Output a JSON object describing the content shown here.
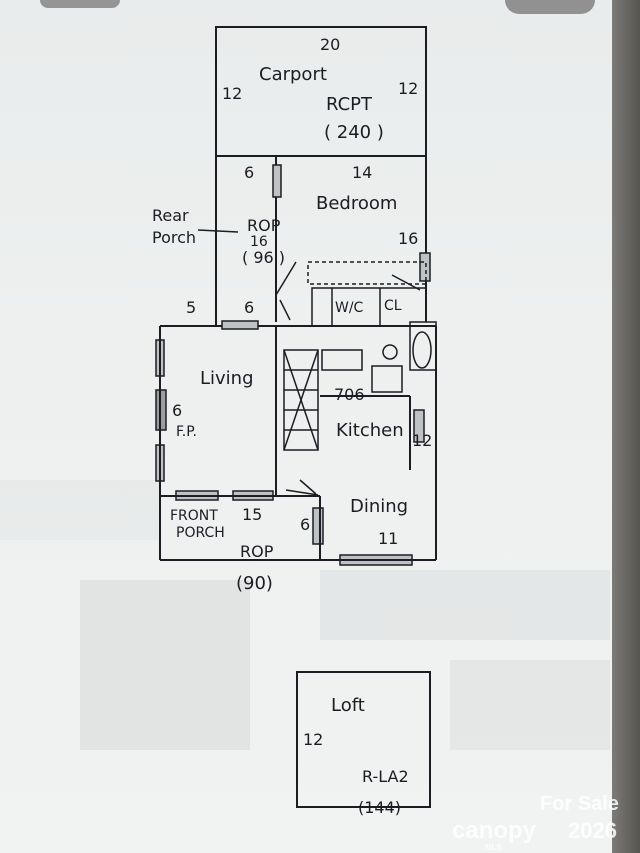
{
  "carport": {
    "width": "20",
    "left_dim": "12",
    "right_dim": "12",
    "name": "Carport",
    "code": "RCPT",
    "area": "( 240 )"
  },
  "bedroom": {
    "top_dim": "6",
    "width": "14",
    "name": "Bedroom",
    "right_dim": "16"
  },
  "rear_porch": {
    "label_line1": "Rear",
    "label_line2": "Porch",
    "code": "ROP",
    "dim": "16",
    "area": "( 96 )",
    "bottom_left": "5",
    "bottom_right": "6"
  },
  "closet": {
    "wic_label": "W/C",
    "cl_label": "CL"
  },
  "living": {
    "name": "Living",
    "dim": "6",
    "fireplace": "F.P."
  },
  "kitchen": {
    "name": "Kitchen",
    "area": "706",
    "dim": "12"
  },
  "front_porch": {
    "label_line1": "FRONT",
    "label_line2": "PORCH",
    "dim": "15",
    "code": "ROP",
    "area": "(90)"
  },
  "dining": {
    "name": "Dining",
    "left_dim": "6",
    "bottom_dim": "11"
  },
  "loft": {
    "name": "Loft",
    "dim": "12",
    "code": "R-LA2",
    "area": "(144)"
  },
  "watermark": {
    "line1": "For Sale",
    "brand": "canopy",
    "year": "2026",
    "sub": "MLS"
  },
  "colors": {
    "ink": "#1c1c22",
    "paper": "#eef0f0"
  }
}
